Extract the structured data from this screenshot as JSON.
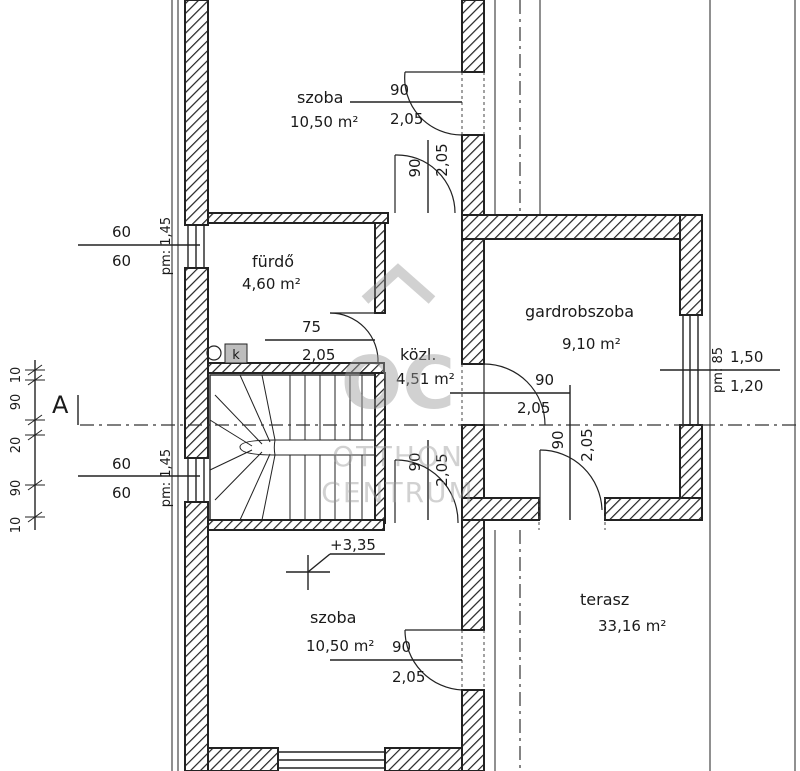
{
  "rooms": {
    "top_room": {
      "name": "szoba",
      "area": "10,50 m²"
    },
    "bathroom": {
      "name": "fürdő",
      "area": "4,60 m²"
    },
    "hallway": {
      "name": "közl.",
      "area": "4,51 m²"
    },
    "wardrobe": {
      "name": "gardrobszoba",
      "area": "9,10 m²"
    },
    "bottom_room": {
      "name": "szoba",
      "area": "10,50 m²"
    },
    "terrace": {
      "name": "terasz",
      "area": "33,16 m²"
    }
  },
  "openings": {
    "top_door": {
      "width": "90",
      "height": "2,05"
    },
    "top_hall_door": {
      "width": "90",
      "height": "2,05"
    },
    "bath_window": {
      "width": "60",
      "height": "60",
      "sill": "pm: 1,45"
    },
    "bath_door": {
      "width": "75",
      "height": "2,05"
    },
    "wardrobe_door": {
      "width": "90",
      "height": "2,05"
    },
    "wardrobe_window": {
      "width": "1,50",
      "height": "1,20",
      "sill": "pm: 85"
    },
    "stair_window": {
      "width": "60",
      "height": "60",
      "sill": "pm: 1,45"
    },
    "bottom_hall_door": {
      "width": "90",
      "height": "2,05"
    },
    "terrace_door": {
      "width": "90",
      "height": "2,05"
    },
    "bottom_door": {
      "width": "90",
      "height": "2,05"
    }
  },
  "level_mark": "+3,35",
  "section_mark": "A",
  "left_dims": [
    "10",
    "90",
    "20",
    "90",
    "10"
  ],
  "fixture_label": "k",
  "watermark": {
    "logo": "OC",
    "line1": "OTTHON",
    "line2": "CENTRUM"
  }
}
